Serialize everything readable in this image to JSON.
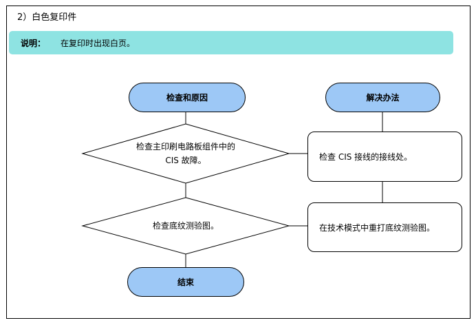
{
  "section_title": "2）白色复印件",
  "note": {
    "label": "说明：",
    "text": "在复印时出现白页。"
  },
  "colors": {
    "note_bar": "#8ee3e2",
    "pill_fill": "#9dc8f6",
    "line": "#000000"
  },
  "flow": {
    "left_header": "检查和原因",
    "right_header": "解决办法",
    "check1": {
      "line1": "检查主印刷电路板组件中的",
      "line2": "CIS 故障。"
    },
    "solution1": "检查 CIS 接线的接线处。",
    "check2": "检查底纹测验图。",
    "solution2": "在技术模式中重打底纹测验图。",
    "end": "结束"
  }
}
